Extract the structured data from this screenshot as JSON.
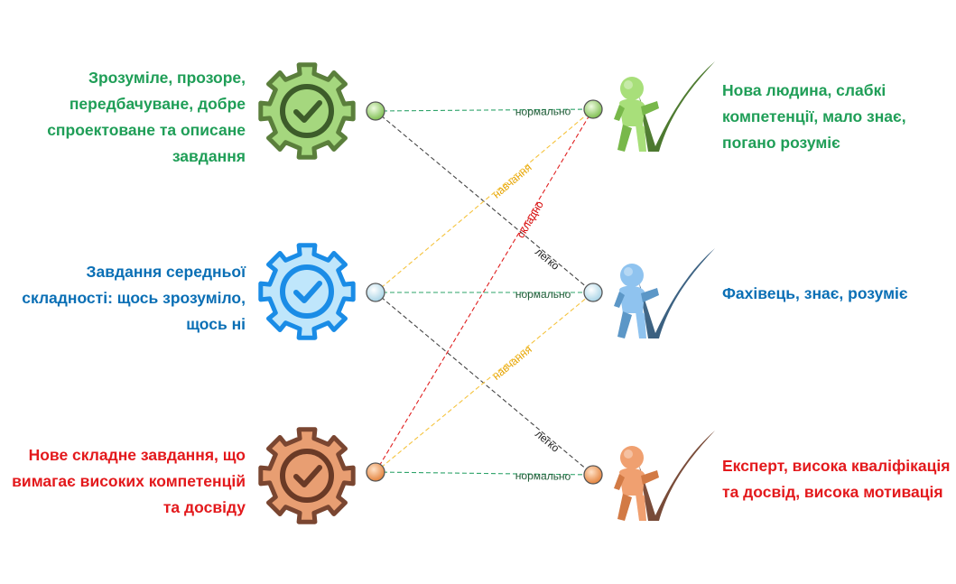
{
  "colors": {
    "green_text": "#1f9e57",
    "blue_text": "#0a6fb5",
    "red_text": "#e3191c",
    "green_fill": "#a5d77e",
    "green_dark": "#5b7f3c",
    "blue_fill": "#bfe6fb",
    "blue_dark": "#1a8ce6",
    "orange_fill": "#e89e72",
    "orange_dark": "#7a4631",
    "line_green": "#2ea36a",
    "line_yellow": "#f5c33d",
    "line_red": "#e02020",
    "line_black": "#444444"
  },
  "tasks": [
    {
      "text": "Зрозуміле, прозоре, передбачуване, добре спроектоване та описане завдання",
      "icon": "gear-check-icon"
    },
    {
      "text": "Завдання середньої складності: щось зрозуміло, щось ні",
      "icon": "gear-check-icon"
    },
    {
      "text": "Нове складне завдання, що вимагає високих компетенцій та досвіду",
      "icon": "gear-check-icon"
    }
  ],
  "people": [
    {
      "text": "Нова людина, слабкі компетенції, мало знає, погано розуміє",
      "icon": "person-checkmark-icon"
    },
    {
      "text": "Фахівець, знає, розуміє",
      "icon": "person-checkmark-icon"
    },
    {
      "text": "Експерт, висока кваліфікація та досвід, висока мотивація",
      "icon": "person-checkmark-icon"
    }
  ],
  "edges": [
    {
      "from": 0,
      "to": 0,
      "label": "нормально",
      "style": "green"
    },
    {
      "from": 1,
      "to": 1,
      "label": "нормально",
      "style": "green"
    },
    {
      "from": 2,
      "to": 2,
      "label": "нормально",
      "style": "green"
    },
    {
      "from": 0,
      "to": 1,
      "label": "легко",
      "style": "black"
    },
    {
      "from": 1,
      "to": 2,
      "label": "легко",
      "style": "black"
    },
    {
      "from": 1,
      "to": 0,
      "label": "навчання",
      "style": "yellow"
    },
    {
      "from": 2,
      "to": 1,
      "label": "навчання",
      "style": "yellow"
    },
    {
      "from": 2,
      "to": 0,
      "label": "складно",
      "style": "red"
    }
  ]
}
